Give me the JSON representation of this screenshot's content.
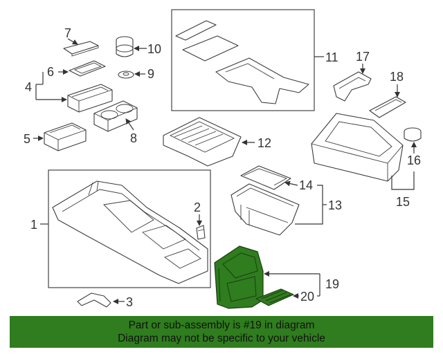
{
  "callouts": {
    "c1": "1",
    "c2": "2",
    "c3": "3",
    "c4": "4",
    "c5": "5",
    "c6": "6",
    "c7": "7",
    "c8": "8",
    "c9": "9",
    "c10": "10",
    "c11": "11",
    "c12": "12",
    "c13": "13",
    "c14": "14",
    "c15": "15",
    "c16": "16",
    "c17": "17",
    "c18": "18",
    "c19": "19",
    "c20": "20"
  },
  "highlighted_part": "19",
  "colors": {
    "highlight": "#2f7d1e",
    "banner": "#2f7d1e",
    "line": "#333333"
  },
  "banner": {
    "line1": "Part or sub-assembly is #19 in diagram",
    "line2": "Diagram may not be specific to your vehicle"
  }
}
